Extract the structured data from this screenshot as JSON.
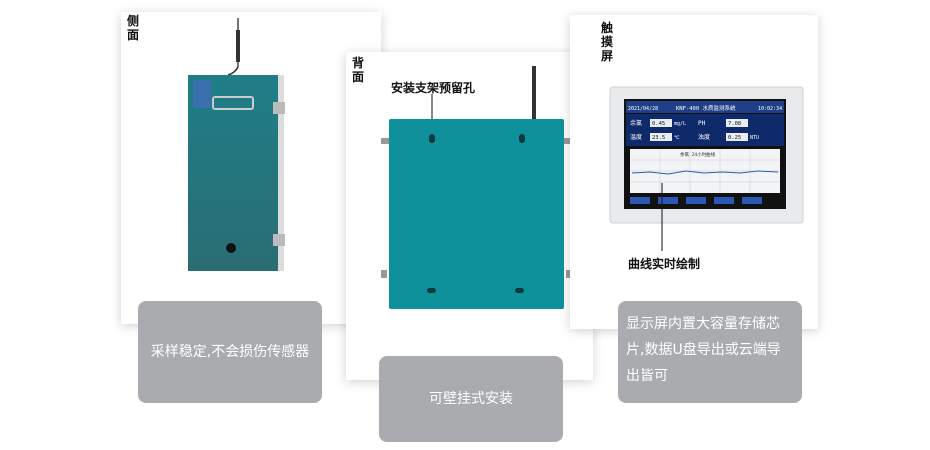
{
  "panels": {
    "side": {
      "label": "侧面"
    },
    "back": {
      "label": "背面",
      "annotation": "安装支架预留孔"
    },
    "screen": {
      "label": "触摸屏",
      "annotation": "曲线实时绘制",
      "display": {
        "date": "2021/04/28",
        "title": "KNF-400 水质监测系统",
        "time": "10:02:34",
        "rows": [
          {
            "l1": "余氯",
            "v1": "0.45",
            "u1": "mg/L",
            "l2": "PH",
            "v2": "7.08"
          },
          {
            "l2": "浊度",
            "v2": "0.25",
            "u2": "NTU",
            "l1": "温度",
            "v1": "23.5",
            "u1": "℃"
          }
        ],
        "chart_caption": "余氯 24小时曲线"
      }
    }
  },
  "captions": {
    "side": "采样稳定,不会损伤传感器",
    "back": "可壁挂式安装",
    "screen": "显示屏内置大容量存储芯片,数据U盘导出或云端导出皆可"
  },
  "colors": {
    "teal": "#0d8f99",
    "caption_bg": "#a9abae"
  }
}
